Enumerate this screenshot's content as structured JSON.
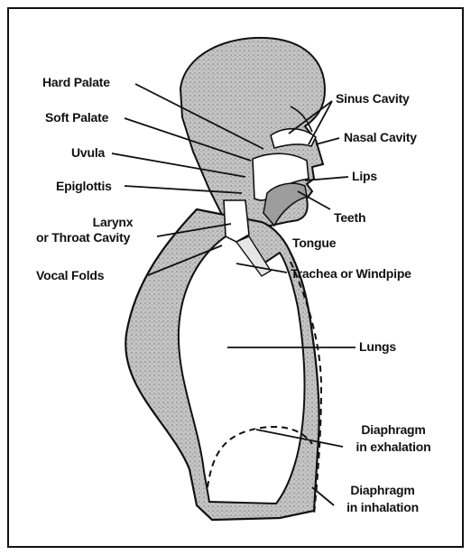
{
  "diagram": {
    "labels": {
      "hard_palate": "Hard Palate",
      "soft_palate": "Soft Palate",
      "uvula": "Uvula",
      "epiglottis": "Epiglottis",
      "larynx": "Larynx",
      "throat_cavity": "or Throat Cavity",
      "vocal_folds": "Vocal Folds",
      "sinus_cavity": "Sinus Cavity",
      "nasal_cavity": "Nasal Cavity",
      "lips": "Lips",
      "teeth": "Teeth",
      "tongue": "Tongue",
      "trachea": "Trachea or Windpipe",
      "lungs": "Lungs",
      "diaphragm_exhalation_1": "Diaphragm",
      "diaphragm_exhalation_2": "in exhalation",
      "diaphragm_inhalation_1": "Diaphragm",
      "diaphragm_inhalation_2": "in inhalation"
    },
    "colors": {
      "ink": "#111111",
      "tissue": "#c9c9c9",
      "cavity": "#ffffff",
      "background": "#ffffff"
    }
  }
}
